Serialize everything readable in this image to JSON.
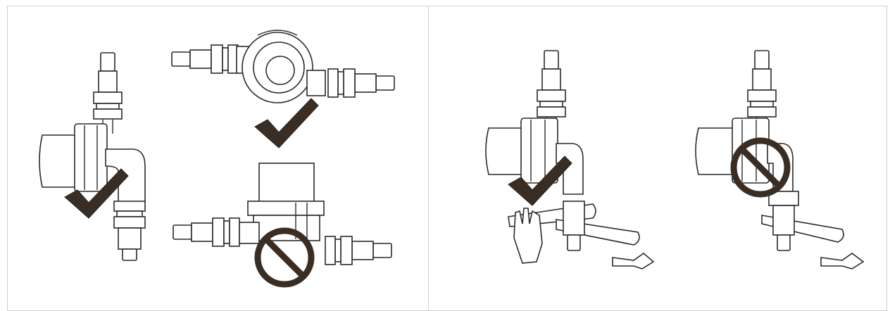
{
  "panels": [
    {
      "id": "left",
      "figures": [
        "vertical-pump-correct",
        "horizontal-pump-correct",
        "horizontal-pump-incorrect"
      ]
    },
    {
      "id": "right",
      "figures": [
        "wrench-two-tools-correct",
        "wrench-one-tool-incorrect"
      ]
    }
  ],
  "symbols": {
    "correct": "check-mark",
    "incorrect": "prohibition-sign"
  },
  "colors": {
    "line": "#2a2a2a",
    "mark": "#3a2e24",
    "frame": "#cfcfcf"
  }
}
